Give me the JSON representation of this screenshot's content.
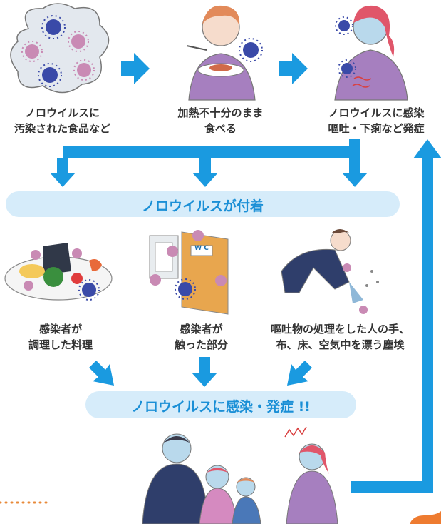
{
  "steps": {
    "step1": "ノロウイルスに\n汚染された食品など",
    "step2": "加熱不十分のまま\n食べる",
    "step3": "ノロウイルスに感染\n嘔吐・下痢など発症"
  },
  "banner1": "ノロウイルスが付着",
  "sources": {
    "food": "感染者が\n調理した料理",
    "touch": "感染者が\n触った部分",
    "vomit": "嘔吐物の処理をした人の手、\n布、床、空気中を漂う塵埃"
  },
  "wc_label": "W C",
  "banner2": "ノロウイルスに感染・発症 !!",
  "colors": {
    "arrow": "#1a9ae0",
    "banner_bg": "#d6ecfa",
    "banner_text": "#1a8fd6",
    "virus_blue": "#3a4aa8",
    "virus_pink": "#c98ab4"
  }
}
